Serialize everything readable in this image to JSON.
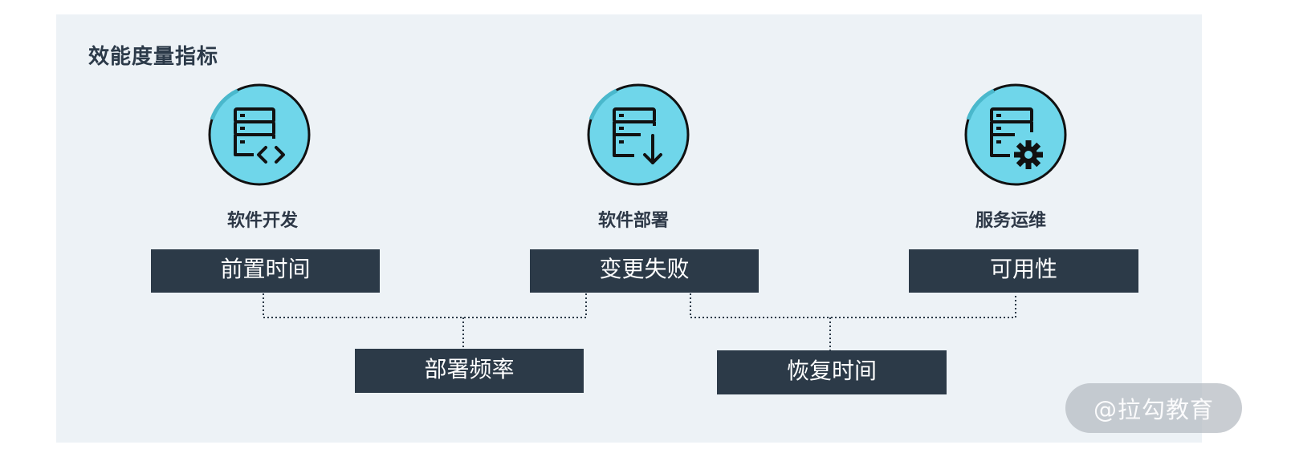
{
  "title": "效能度量指标",
  "stages": [
    {
      "label": "软件开发",
      "icon": "server-code-icon"
    },
    {
      "label": "软件部署",
      "icon": "server-download-icon"
    },
    {
      "label": "服务运维",
      "icon": "server-settings-icon"
    }
  ],
  "metrics": {
    "top": [
      {
        "label": "前置时间"
      },
      {
        "label": "变更失败"
      },
      {
        "label": "可用性"
      }
    ],
    "bottom": [
      {
        "label": "部署频率"
      },
      {
        "label": "恢复时间"
      }
    ]
  },
  "watermark": "@拉勾教育",
  "colors": {
    "panel_background": "#edf2f6",
    "icon_fill": "#6fd6ea",
    "box_fill": "#2c3a48",
    "text_dark": "#2c3a49"
  }
}
